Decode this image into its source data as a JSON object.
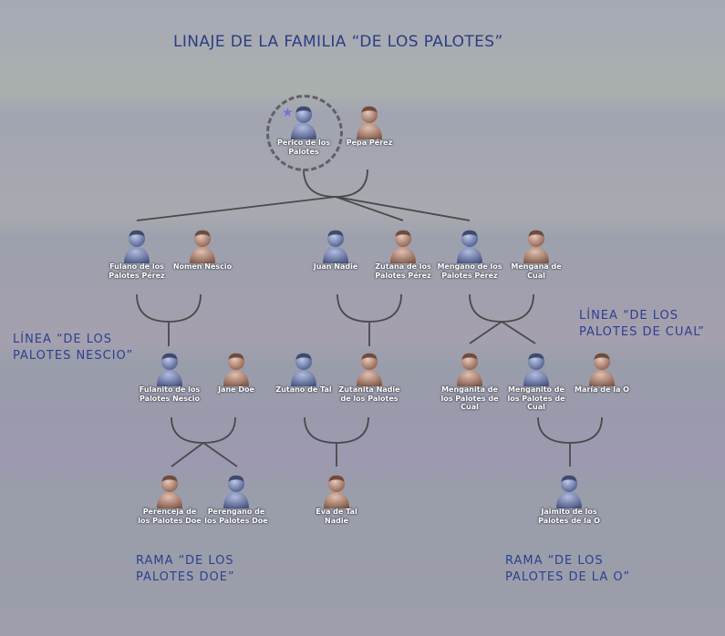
{
  "title": "LINAJE DE LA FAMILIA “DE LOS PALOTES”",
  "colors": {
    "male": "#7286c8",
    "female": "#c98a70",
    "text_label": "#2d4090",
    "line": "#4a4a4c"
  },
  "labels": {
    "linea_nescio": "LÍNEA “DE LOS\nPALOTES NESCIO”",
    "linea_cual": "LÍNEA “DE LOS\nPALOTES DE CUAL”",
    "rama_doe": "RAMA “DE LOS\nPALOTES DOE”",
    "rama_o": "RAMA “DE LOS\nPALOTES DE LA O”"
  },
  "people": {
    "perico": {
      "name": "Perico de los\nPalotes",
      "gender": "male",
      "highlighted": true
    },
    "pepa": {
      "name": "Pepa Pérez",
      "gender": "female"
    },
    "fulano": {
      "name": "Fulano de los\nPalotes Pérez",
      "gender": "male"
    },
    "nomen": {
      "name": "Nomen Nescio",
      "gender": "female"
    },
    "juan": {
      "name": "Juan Nadie",
      "gender": "male"
    },
    "zutana": {
      "name": "Zutana de los\nPalotes Pérez",
      "gender": "female"
    },
    "mengano": {
      "name": "Mengano de los\nPalotes Pérez",
      "gender": "male"
    },
    "mengana": {
      "name": "Mengana de\nCual",
      "gender": "female"
    },
    "fulanito": {
      "name": "Fulanito de los\nPalotes Nescio",
      "gender": "male"
    },
    "jane": {
      "name": "Jane Doe",
      "gender": "female"
    },
    "zutano": {
      "name": "Zutano de Tal",
      "gender": "male"
    },
    "zutanita": {
      "name": "Zutanita Nadie\nde los Palotes",
      "gender": "female"
    },
    "menganita": {
      "name": "Menganita de\nlos Palotes de\nCual",
      "gender": "female"
    },
    "menganito": {
      "name": "Menganito de\nlos Palotes de\nCual",
      "gender": "male"
    },
    "maria": {
      "name": "María de la O",
      "gender": "female"
    },
    "perenceja": {
      "name": "Perenceja de\nlos Palotes Doe",
      "gender": "female"
    },
    "perengano": {
      "name": "Perengano de\nlos Palotes Doe",
      "gender": "male"
    },
    "eva": {
      "name": "Eva de Tal\nNadie",
      "gender": "female"
    },
    "jaimito": {
      "name": "Jaimito de los\nPalotes de la O",
      "gender": "male"
    }
  }
}
